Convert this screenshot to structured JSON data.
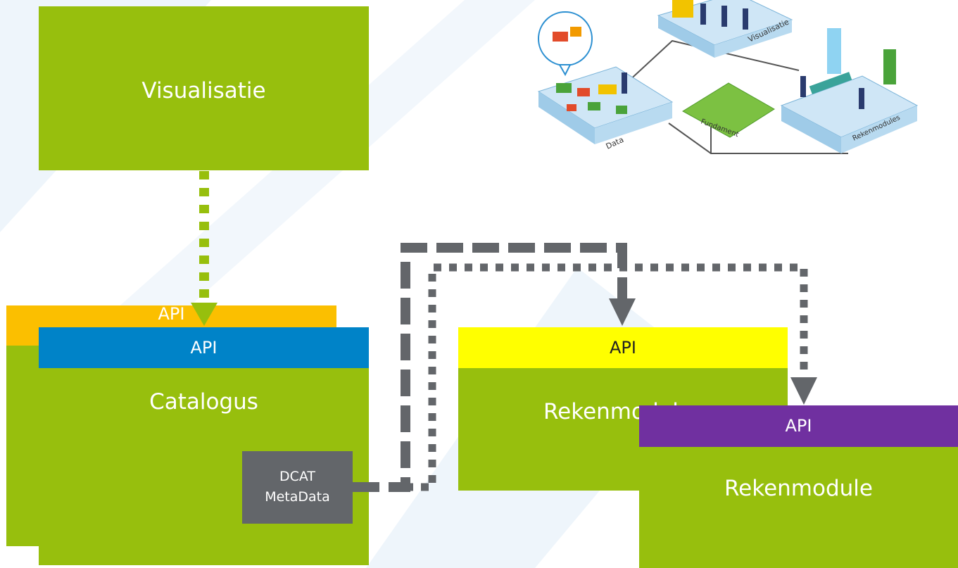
{
  "diagram": {
    "visualisatie": {
      "title": "Visualisatie"
    },
    "catalogus_stack": {
      "back_api_label": "API",
      "front_api_label": "API",
      "title": "Catalogus",
      "metadata_label_line1": "DCAT",
      "metadata_label_line2": "MetaData"
    },
    "rekenmodule_back": {
      "api_label": "API",
      "title": "Rekenmodule"
    },
    "rekenmodule_front": {
      "api_label": "API",
      "title": "Rekenmodule"
    },
    "illustration": {
      "platform_labels": [
        "Data",
        "Visualisatie",
        "Fundament",
        "Rekenmodules"
      ]
    }
  },
  "colors": {
    "block_green": "#97bf0d",
    "api_orange": "#fbbf00",
    "api_blue": "#0083c8",
    "api_yellow": "#ffff00",
    "api_purple": "#7030a0",
    "connector_gray": "#63666a",
    "background_tint": "#eef5fb"
  }
}
